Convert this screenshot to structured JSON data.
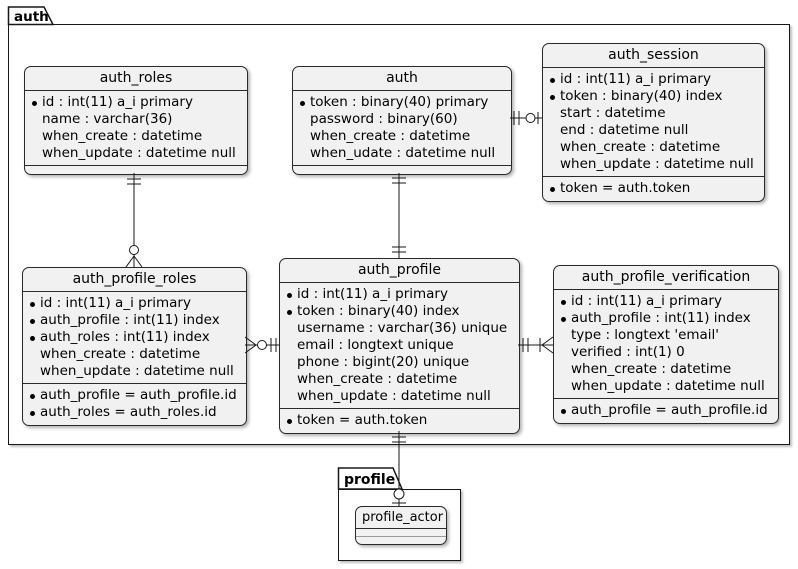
{
  "diagram": {
    "kind": "entity-relationship",
    "tool_style": "plantuml"
  },
  "packages": {
    "auth": {
      "label": "auth"
    },
    "profile": {
      "label": "profile"
    }
  },
  "tables": {
    "auth_roles": {
      "title": "auth_roles",
      "fields": [
        {
          "bullet": true,
          "text": "id : int(11) a_i primary"
        },
        {
          "bullet": false,
          "text": "name : varchar(36)"
        },
        {
          "bullet": false,
          "text": "when_create : datetime"
        },
        {
          "bullet": false,
          "text": "when_update : datetime null"
        }
      ],
      "footer": []
    },
    "auth": {
      "title": "auth",
      "fields": [
        {
          "bullet": true,
          "text": "token : binary(40) primary"
        },
        {
          "bullet": false,
          "text": "password : binary(60)"
        },
        {
          "bullet": false,
          "text": "when_create : datetime"
        },
        {
          "bullet": false,
          "text": "when_udate : datetime null"
        }
      ],
      "footer": []
    },
    "auth_session": {
      "title": "auth_session",
      "fields": [
        {
          "bullet": true,
          "text": "id : int(11) a_i primary"
        },
        {
          "bullet": true,
          "text": "token : binary(40) index"
        },
        {
          "bullet": false,
          "text": "start : datetime"
        },
        {
          "bullet": false,
          "text": "end : datetime null"
        },
        {
          "bullet": false,
          "text": "when_create : datetime"
        },
        {
          "bullet": false,
          "text": "when_update : datetime null"
        }
      ],
      "footer": [
        {
          "bullet": true,
          "text": "token = auth.token"
        }
      ]
    },
    "auth_profile_roles": {
      "title": "auth_profile_roles",
      "fields": [
        {
          "bullet": true,
          "text": "id : int(11) a_i primary"
        },
        {
          "bullet": true,
          "text": "auth_profile : int(11) index"
        },
        {
          "bullet": true,
          "text": "auth_roles : int(11) index"
        },
        {
          "bullet": false,
          "text": "when_create : datetime"
        },
        {
          "bullet": false,
          "text": "when_update : datetime null"
        }
      ],
      "footer": [
        {
          "bullet": true,
          "text": "auth_profile = auth_profile.id"
        },
        {
          "bullet": true,
          "text": "auth_roles = auth_roles.id"
        }
      ]
    },
    "auth_profile": {
      "title": "auth_profile",
      "fields": [
        {
          "bullet": true,
          "text": "id : int(11) a_i primary"
        },
        {
          "bullet": true,
          "text": "token : binary(40) index"
        },
        {
          "bullet": false,
          "text": "username : varchar(36) unique"
        },
        {
          "bullet": false,
          "text": "email : longtext unique"
        },
        {
          "bullet": false,
          "text": "phone : bigint(20) unique"
        },
        {
          "bullet": false,
          "text": "when_create : datetime"
        },
        {
          "bullet": false,
          "text": "when_update : datetime null"
        }
      ],
      "footer": [
        {
          "bullet": true,
          "text": "token = auth.token"
        }
      ]
    },
    "auth_profile_verification": {
      "title": "auth_profile_verification",
      "fields": [
        {
          "bullet": true,
          "text": "id : int(11) a_i primary"
        },
        {
          "bullet": true,
          "text": "auth_profile : int(11) index"
        },
        {
          "bullet": false,
          "text": "type : longtext 'email'"
        },
        {
          "bullet": false,
          "text": "verified : int(1) 0"
        },
        {
          "bullet": false,
          "text": "when_create : datetime"
        },
        {
          "bullet": false,
          "text": "when_update : datetime null"
        }
      ],
      "footer": [
        {
          "bullet": true,
          "text": "auth_profile = auth_profile.id"
        }
      ]
    },
    "profile_actor": {
      "title": "profile_actor",
      "fields": [],
      "footer": []
    }
  },
  "relations": [
    {
      "from": "auth_roles",
      "to": "auth_profile_roles",
      "from_cardinality": "exactly-one",
      "to_cardinality": "zero-or-many"
    },
    {
      "from": "auth",
      "to": "auth_session",
      "from_cardinality": "exactly-one",
      "to_cardinality": "zero-or-one"
    },
    {
      "from": "auth",
      "to": "auth_profile",
      "from_cardinality": "exactly-one",
      "to_cardinality": "exactly-one"
    },
    {
      "from": "auth_profile_roles",
      "to": "auth_profile",
      "from_cardinality": "zero-or-many",
      "to_cardinality": "exactly-one"
    },
    {
      "from": "auth_profile",
      "to": "auth_profile_verification",
      "from_cardinality": "exactly-one",
      "to_cardinality": "one-or-many"
    },
    {
      "from": "auth_profile",
      "to": "profile_actor",
      "from_cardinality": "exactly-one",
      "to_cardinality": "zero-or-one"
    }
  ],
  "colors": {
    "entity_fill": "#F1F1F1",
    "line": "#181818",
    "background": "#ffffff"
  }
}
